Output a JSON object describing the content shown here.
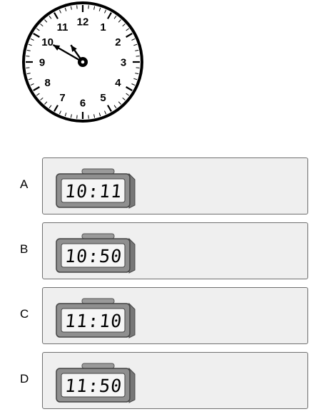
{
  "analog_clock": {
    "numerals": [
      "12",
      "1",
      "2",
      "3",
      "4",
      "5",
      "6",
      "7",
      "8",
      "9",
      "10",
      "11"
    ],
    "shown_time": {
      "hours": 10,
      "minutes": 50
    }
  },
  "options": [
    {
      "letter": "A",
      "time": "10:11"
    },
    {
      "letter": "B",
      "time": "10:50"
    },
    {
      "letter": "C",
      "time": "11:10"
    },
    {
      "letter": "D",
      "time": "11:50"
    }
  ]
}
